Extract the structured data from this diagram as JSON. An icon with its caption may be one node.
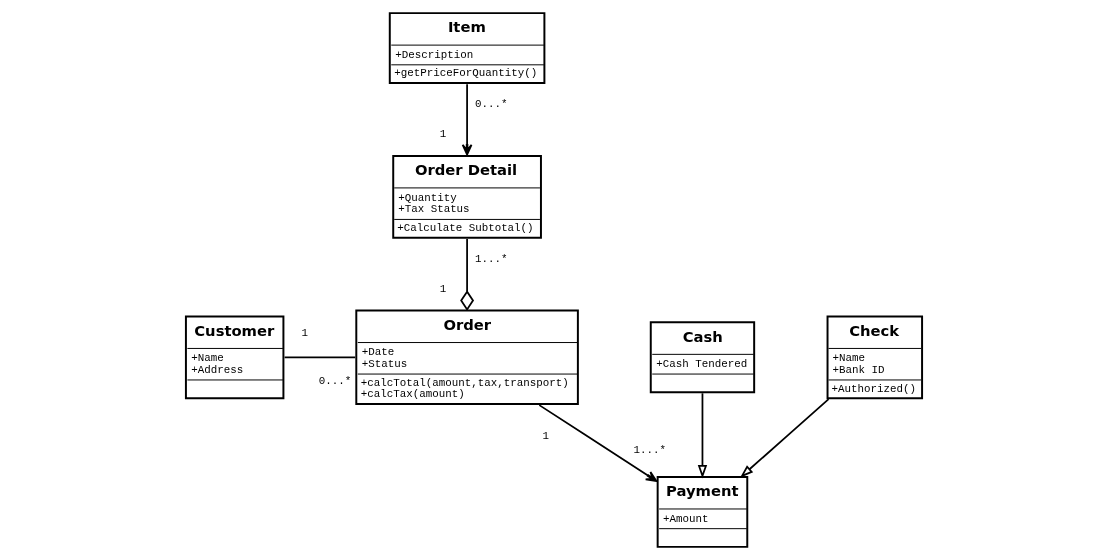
{
  "diagram": {
    "nodes": [
      {
        "text": [
          "Customer",
          "+Name",
          "+Address"
        ]
      },
      {
        "text": [
          "Order",
          "+Date",
          "+Status",
          "+calcTotal(amount,tax,transport)",
          "+calcTax(amount)"
        ]
      },
      {
        "text": [
          "Payment",
          "+Amount"
        ]
      },
      {
        "text": [
          "Order Detail",
          "+Quantity",
          "+Tax Status",
          "+Calculate Subtotal()"
        ]
      },
      {
        "text": [
          "Cash",
          "+Cash Tendered"
        ]
      },
      {
        "text": [
          "Check",
          "+Name",
          "+Bank ID",
          "+Authorized()"
        ]
      },
      {
        "text": [
          "Item",
          "+Description",
          "+getPriceForQuantity()"
        ]
      }
    ],
    "edges": [
      {
        "from": 0,
        "to": 1,
        "arrow": "none"
      },
      {
        "from": 3,
        "to": 1,
        "arrow": "other"
      },
      {
        "from": 1,
        "to": 2,
        "arrow": "to"
      },
      {
        "from": 4,
        "to": 2,
        "arrow": "to"
      },
      {
        "from": 5,
        "to": 2,
        "arrow": "to"
      },
      {
        "from": 6,
        "to": 3,
        "arrow": "to"
      }
    ],
    "labels": [
      "1",
      "0...*",
      "1",
      "1",
      "1...*",
      "1...*",
      "1",
      "0...*"
    ]
  }
}
